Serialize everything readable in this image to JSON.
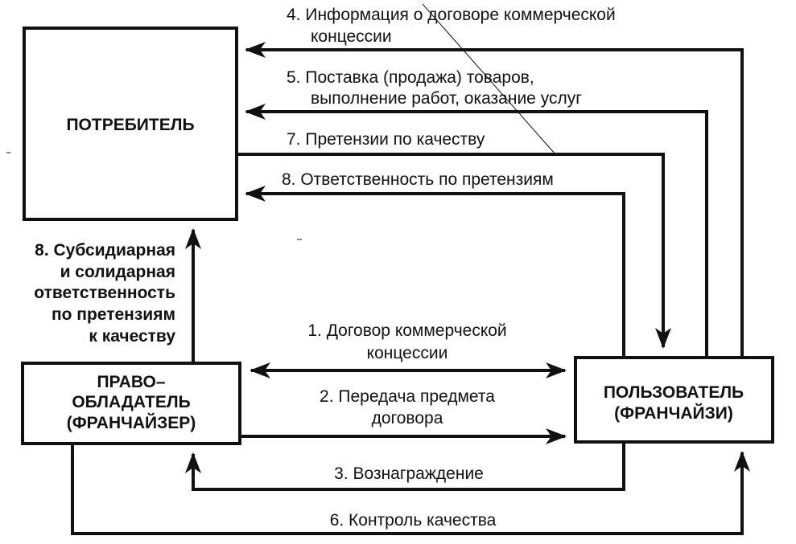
{
  "boxes": {
    "consumer": "ПОТРЕБИТЕЛЬ",
    "rightholder": [
      "ПРАВО–",
      "ОБЛАДАТЕЛЬ",
      "(ФРАНЧАЙЗЕР)"
    ],
    "user": [
      "ПОЛЬЗОВАТЕЛЬ",
      "(ФРАНЧАЙЗИ)"
    ]
  },
  "flows": {
    "f4": [
      "4.  Информация о договоре коммерческой",
      "концессии"
    ],
    "f5": [
      "5.  Поставка (продажа) товаров,",
      "выполнение работ, оказание услуг"
    ],
    "f7": [
      "7.  Претензии по качеству"
    ],
    "f8": [
      "8.  Ответственность по претензиям"
    ],
    "f8side": [
      "8. Субсидиарная",
      "и солидарная",
      "ответственность",
      "по претензиям",
      "к качеству"
    ],
    "f1": [
      "1. Договор коммерческой",
      "концессии"
    ],
    "f2": [
      "2. Передача предмета",
      "договора"
    ],
    "f3": [
      "3. Вознаграждение"
    ],
    "f6": [
      "6. Контроль качества"
    ]
  }
}
